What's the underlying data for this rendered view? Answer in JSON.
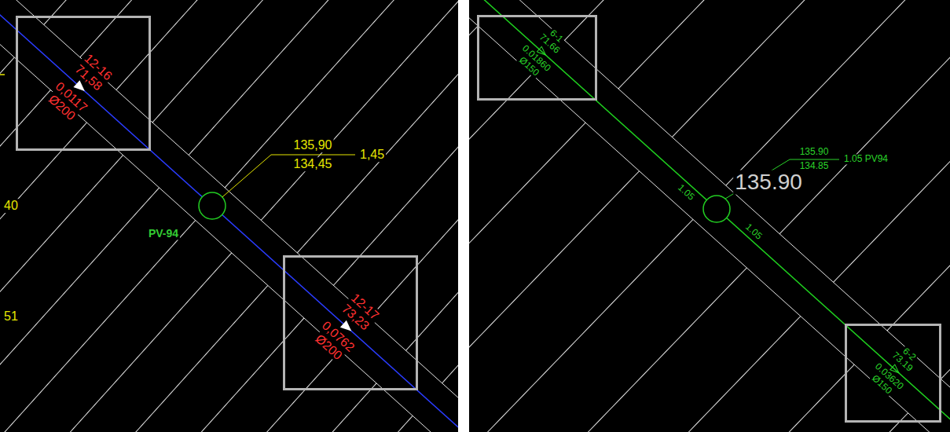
{
  "diagram": {
    "nodes": [
      {
        "text": [
          "12-16",
          "71,58",
          "0,0117",
          "Ø200"
        ]
      },
      {
        "text": [
          "12-17",
          "73,23",
          "0,0762",
          "Ø200"
        ]
      },
      {
        "text": [
          "6-1",
          "71.66",
          "0.01860",
          "Ø150"
        ]
      },
      {
        "text": [
          "6-2",
          "73.19",
          "0.03620",
          "Ø150"
        ]
      }
    ],
    "labels": [
      "40",
      "51",
      "135,90",
      "134,45",
      "1,45",
      "PV-94",
      "135.90",
      "135.90",
      "134.85",
      "1.05 PV94",
      "1.05",
      "1.05"
    ]
  }
}
